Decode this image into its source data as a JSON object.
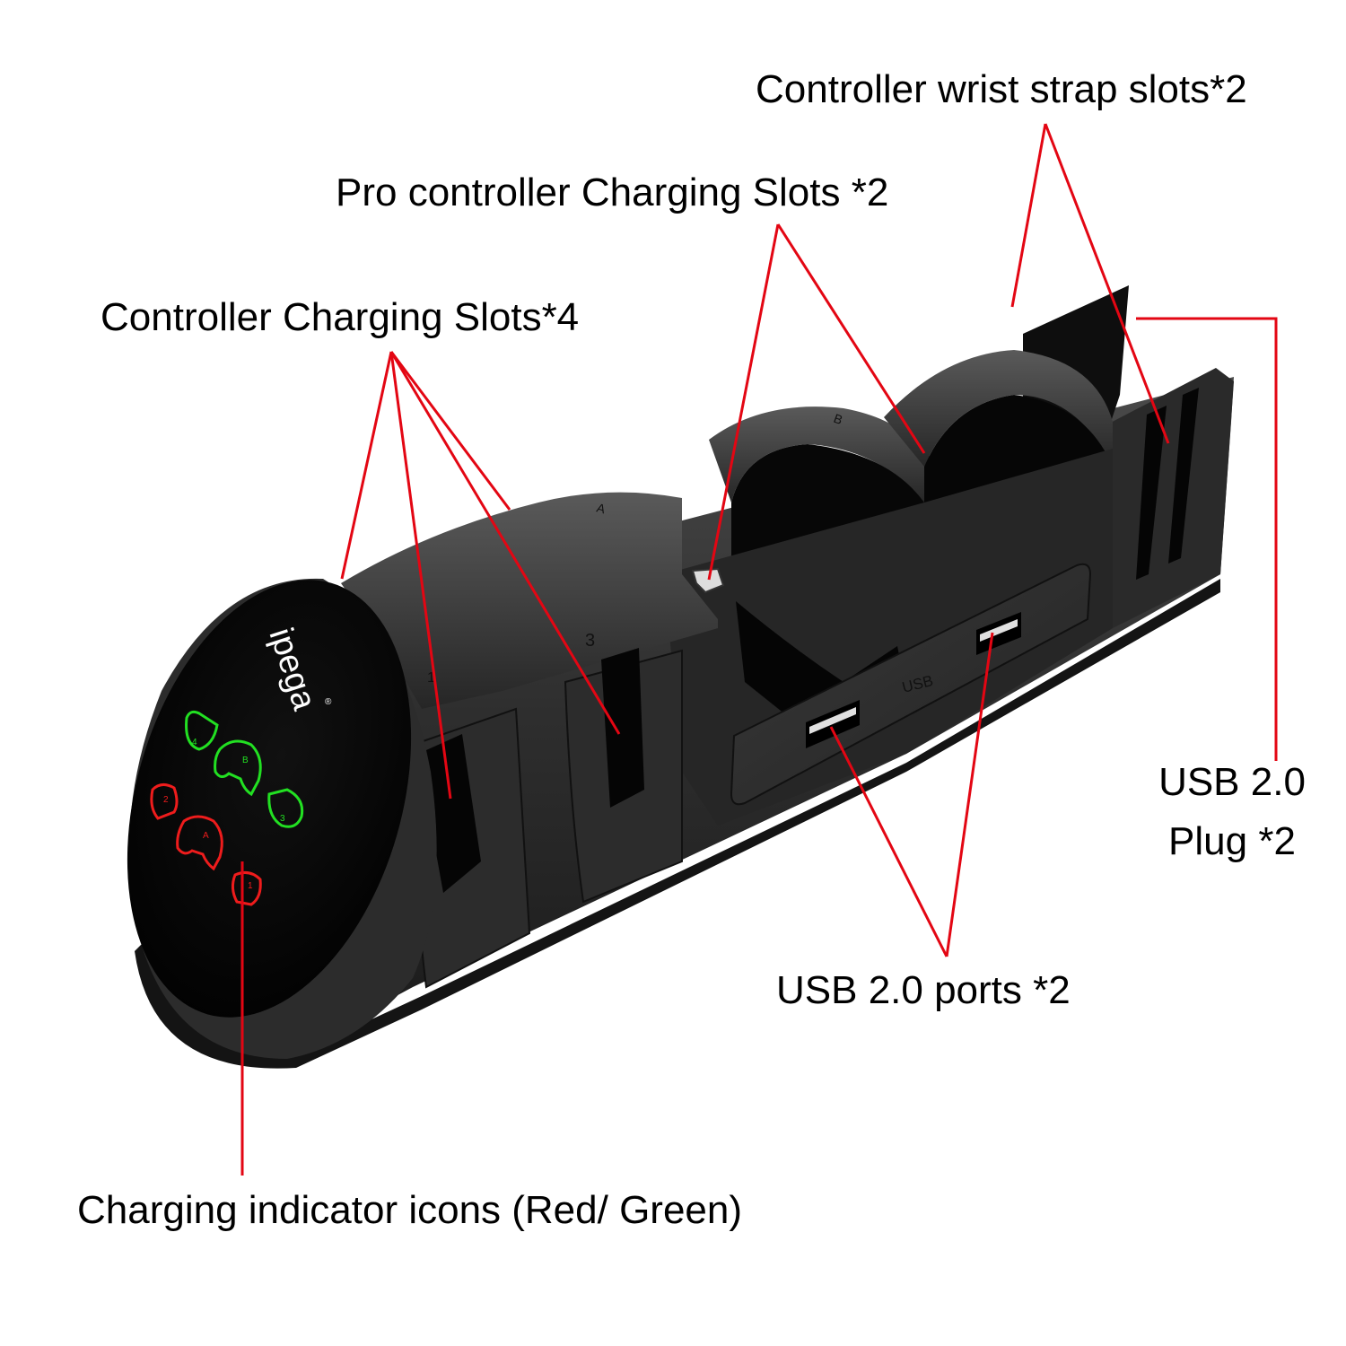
{
  "product": {
    "brand_logo": "ipega",
    "registered_mark": "®",
    "slot_labels": {
      "slot_1": "1",
      "slot_3": "3",
      "pro_a": "A",
      "pro_b": "B"
    },
    "usb_panel_label": "USB",
    "indicator_icons": [
      {
        "type": "joycon",
        "number": "4",
        "color": "#22e022"
      },
      {
        "type": "pro-controller",
        "letter": "B",
        "color": "#22e022"
      },
      {
        "type": "joycon",
        "number": "3",
        "color": "#22e022"
      },
      {
        "type": "joycon",
        "number": "2",
        "color": "#ee1c1c"
      },
      {
        "type": "pro-controller",
        "letter": "A",
        "color": "#ee1c1c"
      },
      {
        "type": "joycon",
        "number": "1",
        "color": "#ee1c1c"
      }
    ]
  },
  "callouts": {
    "wrist_strap": "Controller wrist strap slots*2",
    "pro_controller": "Pro controller Charging Slots *2",
    "controller_slots": "Controller Charging Slots*4",
    "usb_plug_line1": "USB 2.0",
    "usb_plug_line2": "Plug *2",
    "usb_ports": "USB 2.0 ports *2",
    "indicator_icons": "Charging indicator icons (Red/ Green)"
  },
  "colors": {
    "leader_line": "#e30613",
    "dock_body": "#2b2b2b",
    "dock_dark": "#0c0c0c",
    "green_led": "#22e022",
    "red_led": "#ee1c1c"
  }
}
